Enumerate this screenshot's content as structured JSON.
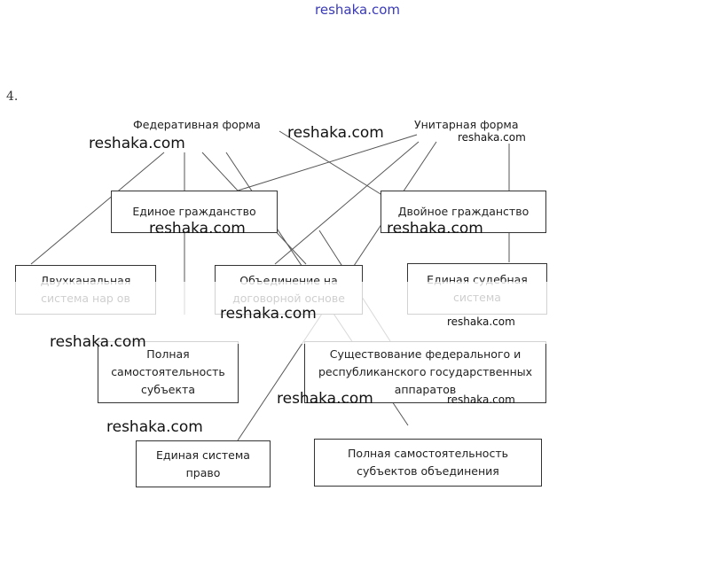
{
  "header": {
    "site": "reshaka.com"
  },
  "task_number": "4.",
  "diagram": {
    "left_root": "Федеративная форма",
    "right_root": "Унитарная форма",
    "boxes": {
      "single_citizenship": "Единое гражданство",
      "dual_citizenship": "Двойное гражданство",
      "bicameral": "Двухканальная система нар ов",
      "treaty_union": "Объединение на договорной основе",
      "single_judicial": "Единая судебная система",
      "full_independence_subject": "Полная самостоятельность субъекта",
      "federal_republic_apparatus": "Существование федерального и республиканского государственных аппаратов",
      "single_law": "Единая система право",
      "full_independence_union": "Полная самостоятельность субъектов объединения"
    }
  },
  "watermarks": {
    "large": "reshaka.com",
    "small": "reshaka.com"
  }
}
